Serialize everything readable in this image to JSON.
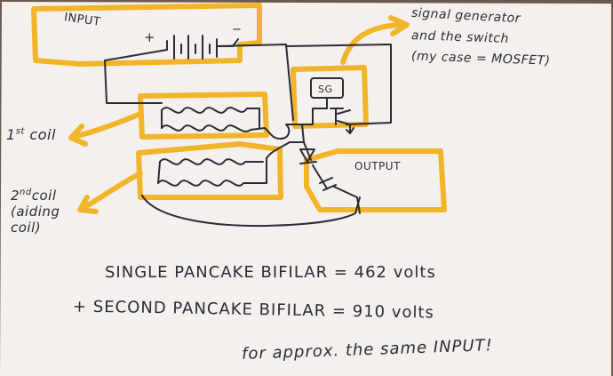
{
  "labels": {
    "input": "INPUT",
    "plus": "+",
    "minus": "−",
    "sg": "SG",
    "signal_note": [
      "signal generator",
      "and the switch",
      "(my case = MOSFET)"
    ],
    "output": "OUTPUT",
    "coil1_num": "1",
    "coil1_sup": "st",
    "coil1_word": "coil",
    "coil2_num": "2",
    "coil2_sup": "nd",
    "coil2_word": "coil",
    "coil2_line2": "(aiding",
    "coil2_line3": "coil)"
  },
  "results": {
    "line1": "SINGLE PANCAKE BIFILAR = 462 volts",
    "line2": "+ SECOND PANCAKE BIFILAR = 910 volts",
    "line3": "for approx. the same INPUT!"
  },
  "colors": {
    "paper": "#f3f0ee",
    "highlight": "#f2b429",
    "ink": "#2b2b35",
    "background": "#6b5a4e"
  }
}
